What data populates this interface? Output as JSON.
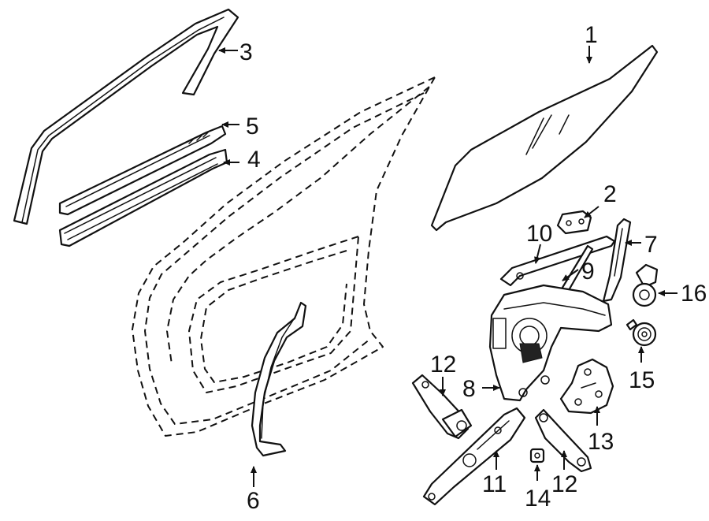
{
  "diagram": {
    "background": "#ffffff",
    "ink": "#111111",
    "callouts": {
      "c1": "1",
      "c2": "2",
      "c3": "3",
      "c4": "4",
      "c5": "5",
      "c6": "6",
      "c7": "7",
      "c8": "8",
      "c9": "9",
      "c10": "10",
      "c11": "11",
      "c12a": "12",
      "c12b": "12",
      "c13": "13",
      "c14": "14",
      "c15": "15",
      "c16": "16"
    }
  }
}
